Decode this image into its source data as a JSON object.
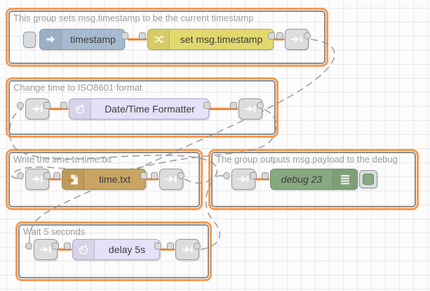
{
  "app": {
    "name": "Node-RED flow editor canvas"
  },
  "colors": {
    "canvas_bg": "#fcfcfc",
    "grid_line": "#e9e9e9",
    "group_outline": "#f79a50",
    "group_border": "#8c8c8c",
    "group_label": "#9c9c9c",
    "wire": "#f07e23",
    "link_wire": "#909090",
    "port_fill": "#d9d9d9",
    "port_border": "#999999",
    "node_label": "#3c3c3c",
    "button_fill": "#d8dde2",
    "link_node_fill": "#dddddd",
    "link_node_border": "#999999"
  },
  "groups": [
    {
      "label": "This group sets msg.timestamp to be the current timestamp",
      "inject": {
        "label": "timestamp",
        "fill": "#a6bbcf",
        "border": "#8499ab",
        "icon": "inject-icon"
      },
      "change": {
        "label": "set msg.timestamp",
        "fill": "#e2d96e",
        "border": "#b3aa52",
        "icon": "change-icon"
      }
    },
    {
      "label": "Change time to ISO8601 format",
      "formatter": {
        "label": "Date/Time Formatter",
        "fill": "#e6e0f8",
        "border": "#ada5cc",
        "icon": "timer-icon"
      }
    },
    {
      "label": "Write the time to time.txt",
      "file": {
        "label": "time.txt",
        "fill": "#c8a563",
        "border": "#a3854c",
        "icon": "file-in-icon"
      }
    },
    {
      "label": "The group outputs msg.payload to the debug",
      "debug": {
        "label": "debug 23",
        "fill": "#87a980",
        "border": "#6f8d68",
        "icon": "debug-lines-icon"
      }
    },
    {
      "label": "Wait 5 seconds",
      "delay": {
        "label": "delay 5s",
        "fill": "#e6e0f8",
        "border": "#ada5cc",
        "icon": "timer-icon"
      }
    }
  ],
  "link_nodes": {
    "fill": "#dddddd",
    "border": "#999999",
    "icon": "link-icon"
  }
}
